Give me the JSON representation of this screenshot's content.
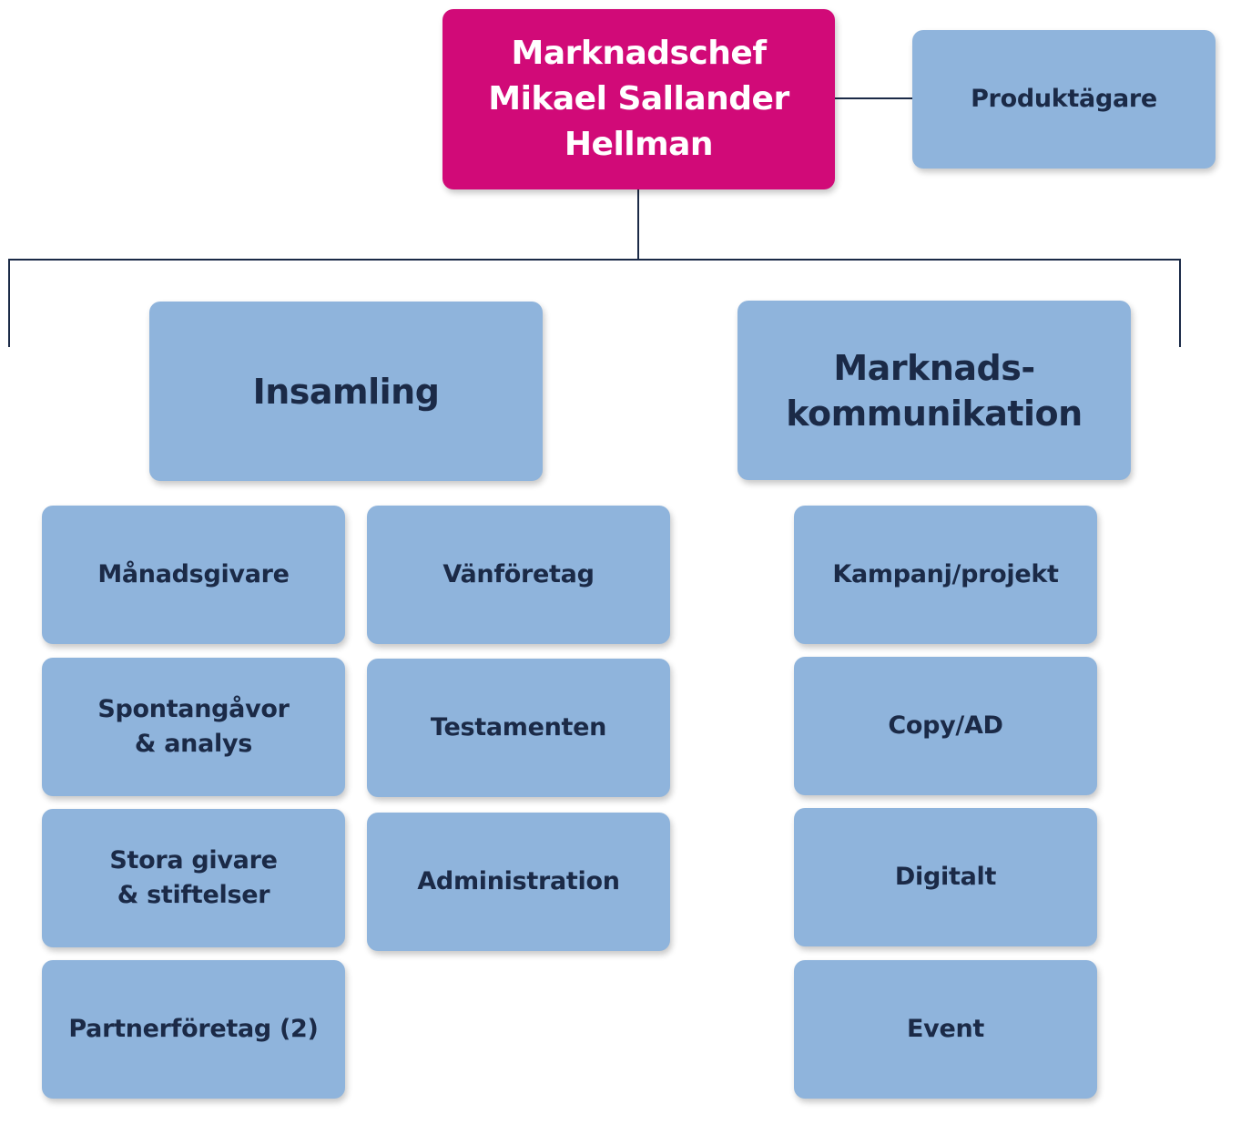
{
  "head": {
    "label": "Marknadschef\nMikael Sallander\nHellman"
  },
  "side_role": {
    "label": "Produktägare"
  },
  "departments": [
    {
      "label": "Insamling",
      "units": [
        "Månadsgivare",
        "Spontangåvor\n& analys",
        "Stora givare\n& stiftelser",
        "Partnerföretag (2)",
        "Vänföretag",
        "Testamenten",
        "Administration"
      ]
    },
    {
      "label": "Marknads-\nkommunikation",
      "units": [
        "Kampanj/projekt",
        "Copy/AD",
        "Digitalt",
        "Event"
      ]
    }
  ],
  "colors": {
    "head": "#d10a78",
    "box": "#8fb4dc",
    "text": "#1b2a47",
    "line": "#1b2a47"
  }
}
